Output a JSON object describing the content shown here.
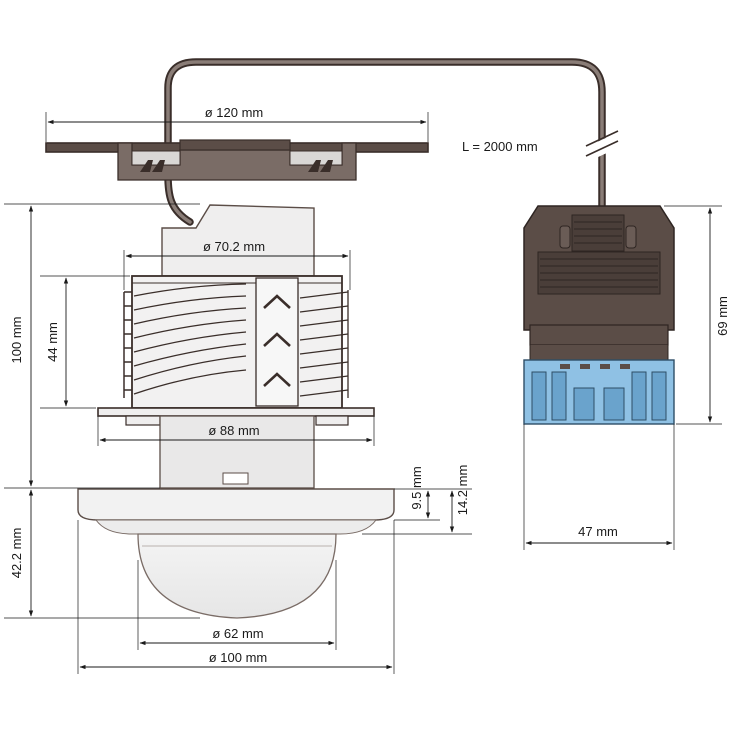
{
  "labels": {
    "mount_diameter": "ø 120 mm",
    "cable_length": "L = 2000 mm",
    "body_diameter": "ø 70.2 mm",
    "total_height": "100 mm",
    "clamp_height": "44 mm",
    "flange_diameter": "ø 88 mm",
    "ring_height": "9.5 mm",
    "cover_height": "14.2 mm",
    "lower_height": "42.2 mm",
    "lens_diameter": "ø 62 mm",
    "cover_diameter": "ø 100 mm",
    "connector_height": "69 mm",
    "connector_width": "47 mm"
  },
  "colors": {
    "housing_brown": "#5b4d47",
    "housing_light": "#efeeee",
    "connector_blue": "#8fc1e4"
  }
}
